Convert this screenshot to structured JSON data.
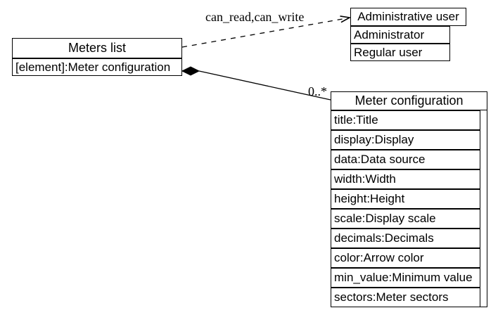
{
  "diagram": {
    "classes": {
      "meters_list": {
        "title": "Meters list",
        "attributes": [
          "[element]:Meter configuration"
        ]
      },
      "admin_user": {
        "title": "Administrative user",
        "attributes": [
          "Administrator",
          "Regular user"
        ]
      },
      "meter_config": {
        "title": "Meter configuration",
        "attributes": [
          "title:Title",
          "display:Display",
          "data:Data source",
          "width:Width",
          "height:Height",
          "scale:Display scale",
          "decimals:Decimals",
          "color:Arrow color",
          "min_value:Minimum value",
          "sectors:Meter sectors"
        ]
      }
    },
    "edges": {
      "dependency": {
        "label": "can_read,can_write",
        "style": "dashed-open-arrow",
        "from": "Meters list",
        "to": "Administrative user"
      },
      "composition": {
        "label": "0..*",
        "style": "solid-filled-diamond",
        "from": "Meters list",
        "to": "Meter configuration"
      }
    },
    "colors": {
      "line": "#000000",
      "background": "#ffffff",
      "box_fill": "#ffffff"
    }
  }
}
